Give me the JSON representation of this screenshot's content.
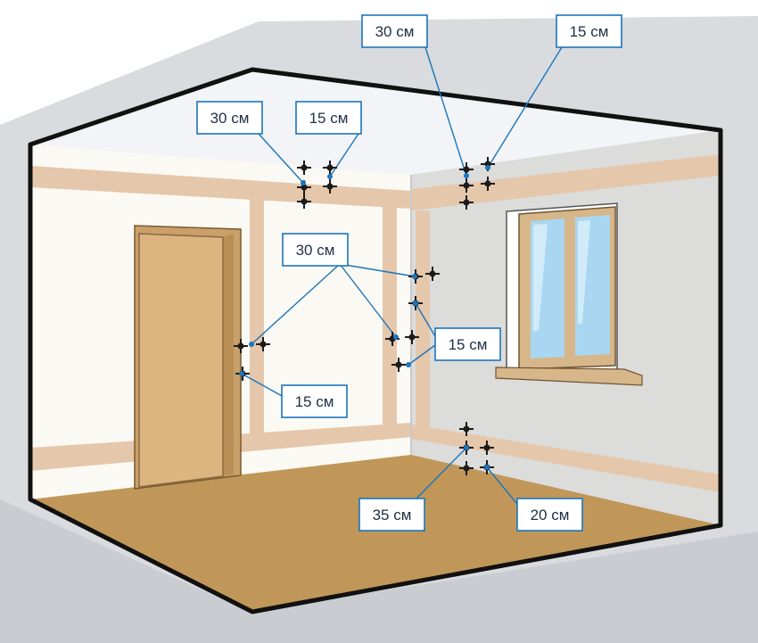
{
  "colors": {
    "outer_wall": "#d9dbde",
    "ceiling": "#f2f4f7",
    "left_wall": "#fbf9f3",
    "right_wall": "#dcdcdb",
    "floor": "#c59c5d",
    "trench": "#e5c7ab",
    "door": "#dcb47f",
    "door_frame": "#c9a06a",
    "window_frame": "#d7b68a",
    "glass": "#a9d7f1",
    "accent_line": "#1c75bc",
    "outline": "#111111",
    "socket": "#1b1b1b"
  },
  "icons": [
    "junction-box-icon",
    "window-icon",
    "door-icon"
  ],
  "labels": {
    "ceiling_left_30": "30 см",
    "ceiling_left_15": "15 см",
    "ceiling_right_30": "30 см",
    "ceiling_right_15": "15 см",
    "wall_mid_30": "30 см",
    "wall_mid_15": "15 см",
    "door_15": "15 см",
    "floor_35": "35 см",
    "floor_20": "20 см"
  }
}
